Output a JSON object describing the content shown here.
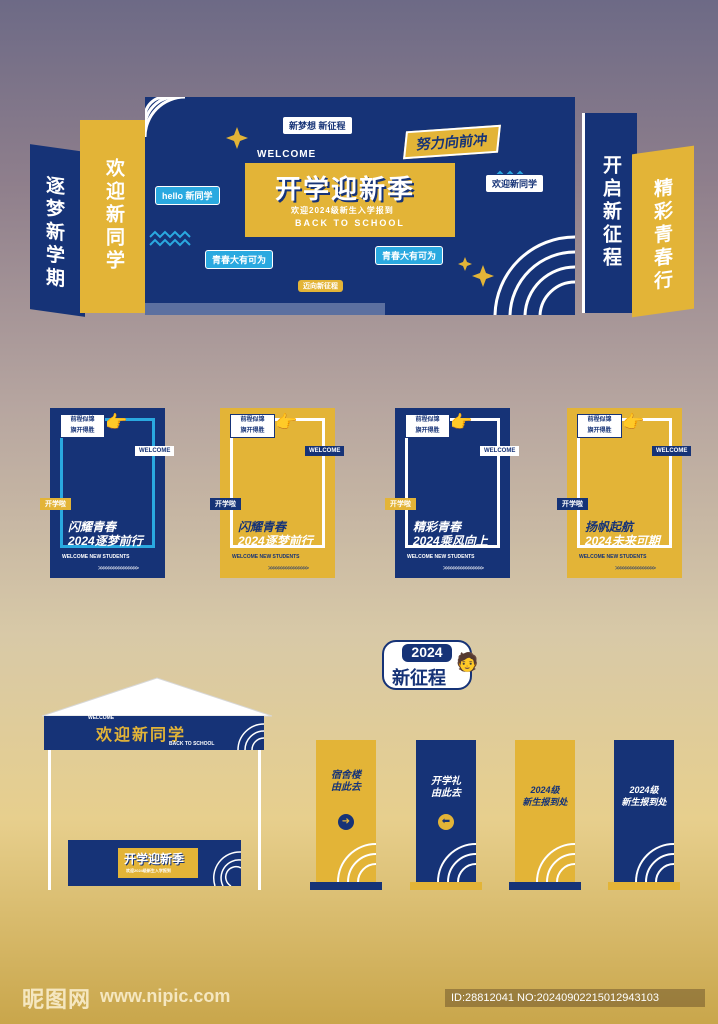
{
  "backdrop": {
    "left_outer_text": "逐梦新学期",
    "left_inner_text": "欢迎新同学",
    "right_inner_text": "开启新征程",
    "right_outer_text": "精彩青春行",
    "welcome": "WELCOME",
    "main_title": "开学迎新季",
    "main_subtitle": "欢迎2024级新生入学报到",
    "back_to_school": "BACK TO SCHOOL",
    "tags": {
      "dream": "新梦想 新征程",
      "strive": "努力向前冲",
      "hello": "hello 新同学",
      "welcome_new": "欢迎新同学",
      "youth_left": "青春大有可为",
      "youth_right": "青春大有可为",
      "bottom": "迈向新征程"
    }
  },
  "frames": [
    {
      "style": "navy",
      "badge": "前程似锦\n旗开得胜",
      "tag": "开学啦",
      "welcome": "WELCOME",
      "line1": "闪耀青春",
      "line2": "2024逐梦前行",
      "sub": "WELCOME NEW STUDENTS",
      "arrows": ">>>>>>>>>>>>>>>>"
    },
    {
      "style": "gold",
      "badge": "前程似锦\n旗开得胜",
      "tag": "开学啦",
      "welcome": "WELCOME",
      "line1": "闪耀青春",
      "line2": "2024逐梦前行",
      "sub": "WELCOME NEW STUDENTS",
      "arrows": ">>>>>>>>>>>>>>>>"
    },
    {
      "style": "navy",
      "badge": "前程似锦\n旗开得胜",
      "tag": "开学啦",
      "welcome": "WELCOME",
      "line1": "精彩青春",
      "line2": "2024乘风向上",
      "sub": "WELCOME NEW STUDENTS",
      "arrows": ">>>>>>>>>>>>>>>>"
    },
    {
      "style": "gold",
      "badge": "前程似锦\n旗开得胜",
      "tag": "开学啦",
      "welcome": "WELCOME",
      "line1": "扬帆起航",
      "line2": "2024未来可期",
      "sub": "WELCOME NEW STUDENTS",
      "arrows": ">>>>>>>>>>>>>>>>"
    }
  ],
  "badge_2024": {
    "year": "2024",
    "text": "新征程"
  },
  "tent": {
    "welcome": "WELCOME",
    "title": "欢迎新同学",
    "back": "BACK TO SCHOOL",
    "table_title": "开学迎新季",
    "table_sub": "欢迎2024级新生入学报到"
  },
  "standees": [
    {
      "style": "gold",
      "text": "宿舍楼\n由此去"
    },
    {
      "style": "navy",
      "text": "开学礼\n由此去"
    },
    {
      "style": "gold",
      "text": "2024级\n新生报到处"
    },
    {
      "style": "navy",
      "text": "2024级\n新生报到处"
    }
  ],
  "watermark": {
    "logo": "昵图网",
    "site": "www.nipic.com",
    "id": "ID:28812041 NO:20240902215012943103"
  },
  "colors": {
    "navy": "#163377",
    "gold": "#e3b437",
    "sky": "#2aa9e0"
  }
}
